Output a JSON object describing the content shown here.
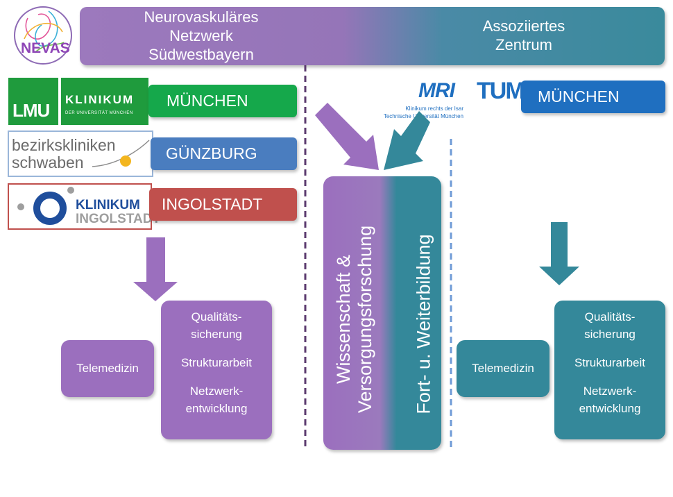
{
  "logo": {
    "text": "NEVAS"
  },
  "banner": {
    "left_line1": "Neurovaskuläres",
    "left_line2": "Netzwerk",
    "left_line3": "Südwestbayern",
    "right_line1": "Assoziiertes",
    "right_line2": "Zentrum"
  },
  "clinics": [
    {
      "logo_main": "LMU",
      "logo_name": "KLINIKUM",
      "logo_sub": "DER UNIVERSITÄT MÜNCHEN",
      "city": "MÜNCHEN",
      "color": "#15a84b"
    },
    {
      "logo_line1": "bezirkskliniken",
      "logo_line2": "schwaben",
      "city": "GÜNZBURG",
      "color": "#4a7dbf"
    },
    {
      "logo_line1": "KLINIKUM",
      "logo_line2": "INGOLSTADT",
      "city": "INGOLSTADT",
      "color": "#c0504d"
    }
  ],
  "associated": {
    "mri_logo": "MRI",
    "mri_line1": "Klinikum rechts der Isar",
    "mri_line2": "Technische Universität München",
    "tum_logo": "TUM",
    "city": "MÜNCHEN",
    "color": "#1f6fc0"
  },
  "center": {
    "col1_line1": "Wissenschaft &",
    "col1_line2": "Versorgungsforschung",
    "col2": "Fort- u. Weiterbildung"
  },
  "left_group": {
    "telemedizin": "Telemedizin",
    "q1": "Qualitäts-",
    "q2": "sicherung",
    "struktur": "Strukturarbeit",
    "n1": "Netzwerk-",
    "n2": "entwicklung"
  },
  "right_group": {
    "telemedizin": "Telemedizin",
    "q1": "Qualitäts-",
    "q2": "sicherung",
    "struktur": "Strukturarbeit",
    "n1": "Netzwerk-",
    "n2": "entwicklung"
  },
  "colors": {
    "purple": "#9b6fbe",
    "teal": "#34889a",
    "divider_dark": "#5b3a6e",
    "divider_blue": "#6f9bd6"
  }
}
